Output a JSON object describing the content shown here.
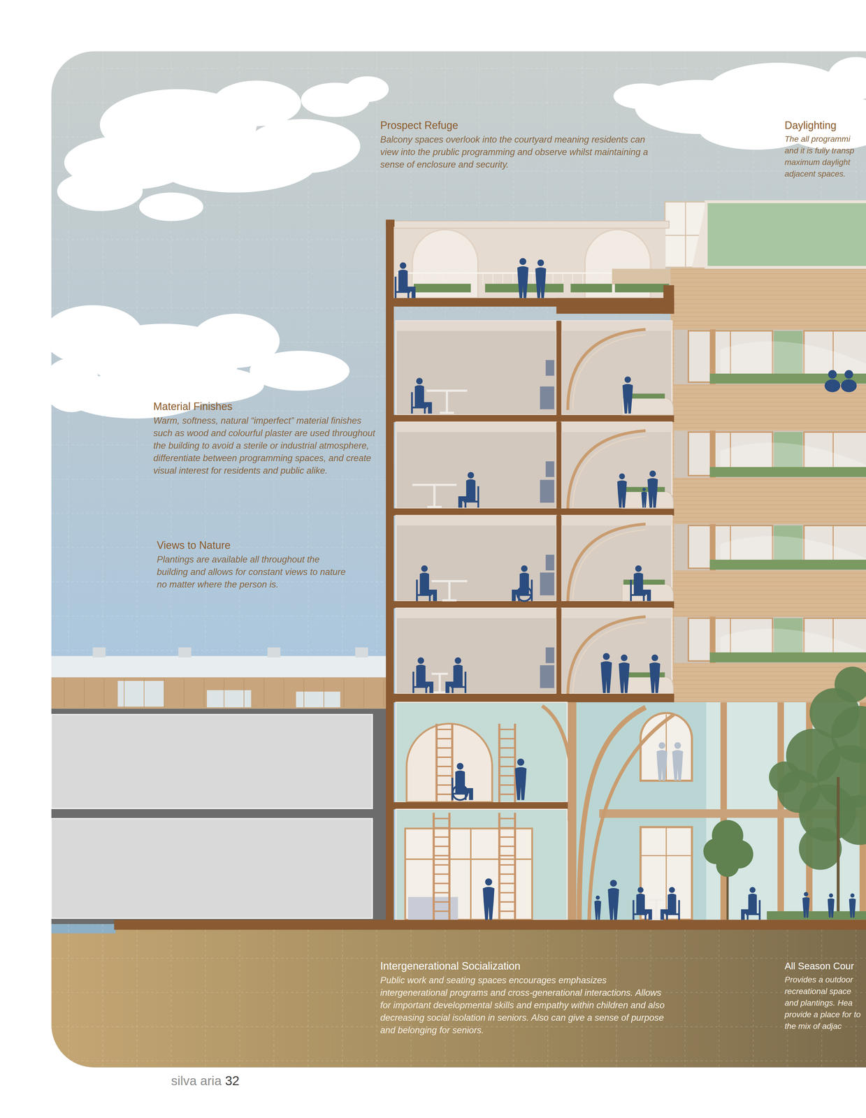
{
  "diagram": {
    "labels": [
      "Prospect Refuge",
      "Balcony spaces overlook into the courtyard meaning residents can view into the prublic programming and observe whilst maintaining a sense of enclosure and security.",
      "Daylighting",
      "The all programmi and it is fully transp maximum daylight adjacent spaces.",
      "Material Finishes",
      "Warm, softness, natural “imperfect” material finishes such as wood and colourful plaster are used throughout the building to avoid a sterile or industrial atmosphere, differentiate between programming spaces, and create visual interest for residents and public alike.",
      "Views to Nature",
      "Plantings are available all throughout the building and allows for constant views to nature no matter where the person is.",
      "Intergenerational Socialization",
      "Public work and seating spaces encourages emphasizes intergenerational programs and cross-generational interactions. Allows for important developmental skills and empathy within children and also decreasing social isolation in seniors. Also can give a sense of purpose and belonging for seniors.",
      "All Season Cour",
      "Provides a outdoor recreational space and plantings. Hea provide a place for to the mix of adjac",
      "silva aria",
      "32"
    ]
  }
}
